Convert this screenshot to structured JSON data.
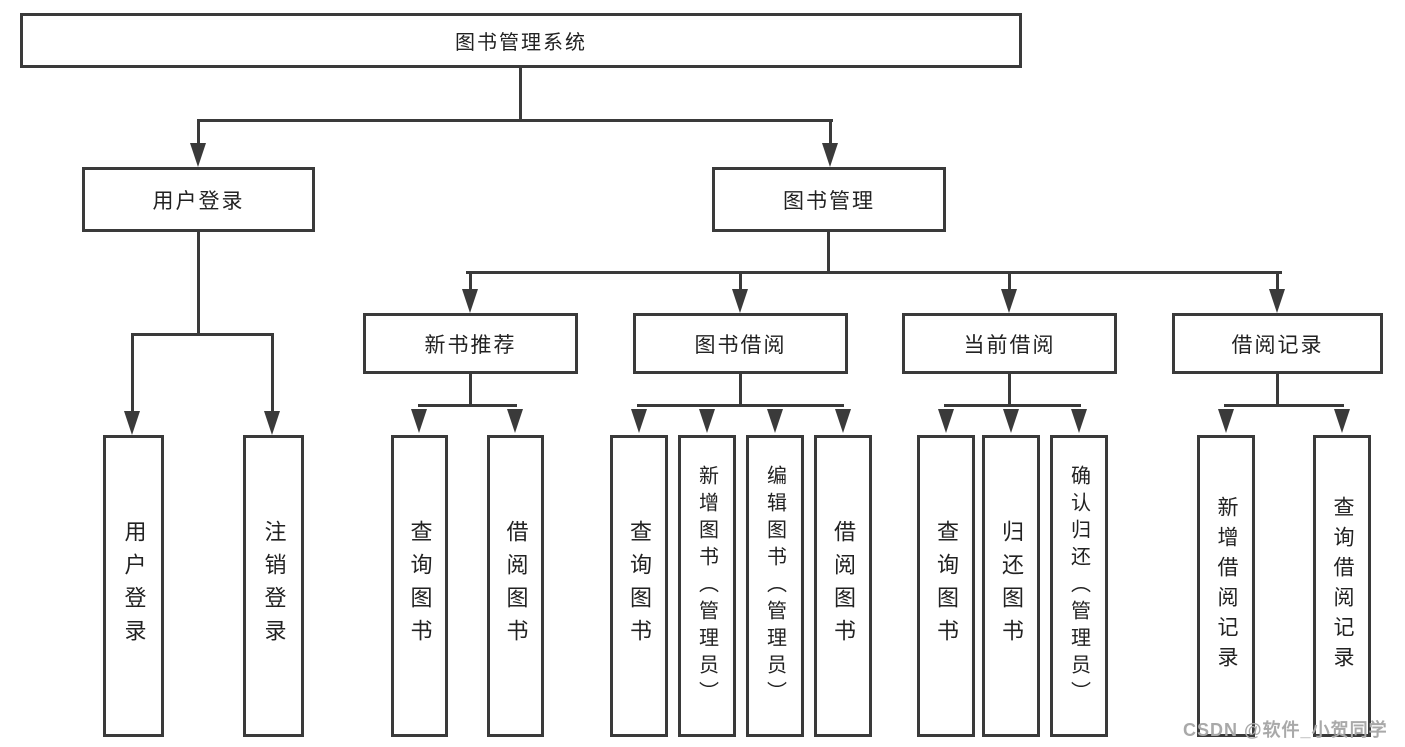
{
  "diagram": {
    "type": "hierarchy-tree",
    "colors": {
      "line": "#3a3a3a",
      "text": "#222222",
      "background": "#ffffff",
      "watermark": "#a9a9a9"
    },
    "watermark": "CSDN @软件_小贺同学"
  },
  "tree": {
    "root": "图书管理系统",
    "children": [
      {
        "label": "用户登录",
        "children": [
          "用户登录",
          "注销登录"
        ]
      },
      {
        "label": "图书管理",
        "children": [
          {
            "label": "新书推荐",
            "children": [
              "查询图书",
              "借阅图书"
            ]
          },
          {
            "label": "图书借阅",
            "children": [
              "查询图书",
              "新增图书（管理员）",
              "编辑图书（管理员）",
              "借阅图书"
            ]
          },
          {
            "label": "当前借阅",
            "children": [
              "查询图书",
              "归还图书",
              "确认归还（管理员）"
            ]
          },
          {
            "label": "借阅记录",
            "children": [
              "新增借阅记录",
              "查询借阅记录"
            ]
          }
        ]
      }
    ]
  }
}
